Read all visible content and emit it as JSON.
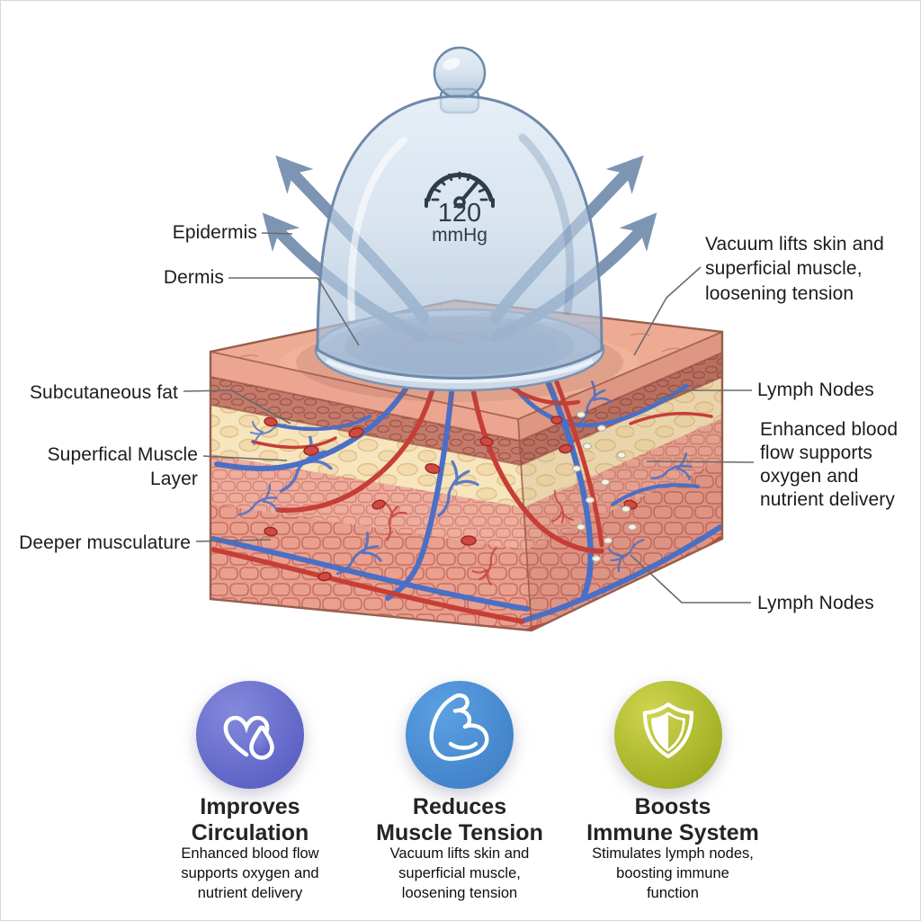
{
  "figure": {
    "cup": {
      "gauge_value": "120",
      "gauge_unit": "mmHg"
    },
    "annotations": {
      "epidermis": "Epidermis",
      "dermis": "Dermis",
      "subcutaneous_fat": "Subcutaneous fat",
      "superficial_muscle_layer": "Superfical Muscle Layer",
      "deeper_musculature": "Deeper musculature",
      "vacuum_note": "Vacuum lifts skin and\nsuperficial muscle,\nloosening tension",
      "lymph_nodes_upper": "Lymph Nodes",
      "blood_flow_note": "Enhanced blood\nflow supports\noxygen and\nnutrient delivery",
      "lymph_nodes_lower": "Lymph Nodes"
    }
  },
  "benefits": [
    {
      "icon": "heart-droplet-icon",
      "title": "Improves\nCirculation",
      "description": "Enhanced blood flow\nsupports oxygen and\nnutrient delivery",
      "color_top": "#8489dc",
      "color_bottom": "#5157be"
    },
    {
      "icon": "bicep-icon",
      "title": "Reduces\nMuscle Tension",
      "description": "Vacuum lifts skin and\nsuperficial muscle,\nloosening tension",
      "color_top": "#5ba1e2",
      "color_bottom": "#3b7ac2"
    },
    {
      "icon": "shield-icon",
      "title": "Boosts\nImmune System",
      "description": "Stimulates lymph nodes,\nboosting immune\nfunction",
      "color_top": "#ced54f",
      "color_bottom": "#93a314"
    }
  ],
  "colors": {
    "arrow": "#7590af",
    "vessel_red": "#c63e36",
    "vessel_blue": "#4a6fc6",
    "glass_tint": "#c2d4e6",
    "skin_surface": "#eeab93",
    "dermis_band": "#c47b6c",
    "fat_layer": "#f6e5bd",
    "muscle_layer": "#edab9b",
    "deep_muscle_layer": "#e89e8d",
    "lymph_node": "#f6f3e8",
    "label_text": "#1c1c1c",
    "connector_line": "#6a6a6a"
  }
}
